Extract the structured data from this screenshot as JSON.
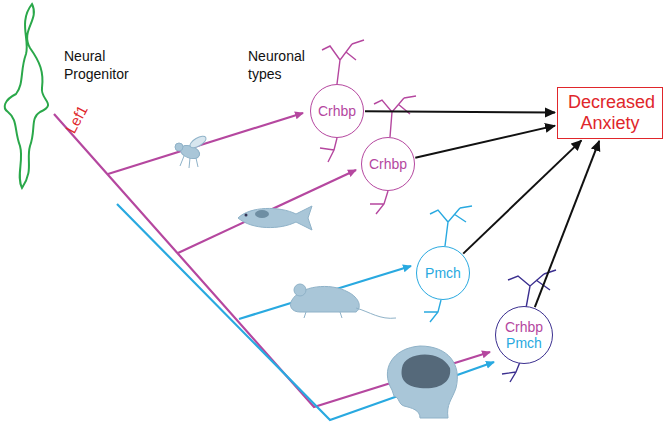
{
  "diagram": {
    "nodes": [
      {
        "text": [
          "Crhbp"
        ]
      },
      {
        "text": [
          "Crhbp"
        ]
      },
      {
        "text": [
          "Pmch"
        ]
      },
      {
        "text": [
          "Crhbp",
          "Pmch"
        ]
      },
      {
        "text": [
          "Decreased Anxiety"
        ]
      }
    ],
    "edges": [
      {
        "from": 0,
        "to": 4,
        "arrow": "to"
      },
      {
        "from": 1,
        "to": 4,
        "arrow": "to"
      },
      {
        "from": 2,
        "to": 4,
        "arrow": "to"
      },
      {
        "from": 3,
        "to": 4,
        "arrow": "to"
      }
    ],
    "labels": [
      "Neural Progenitor",
      "Neuronal types",
      "Lef1"
    ]
  }
}
